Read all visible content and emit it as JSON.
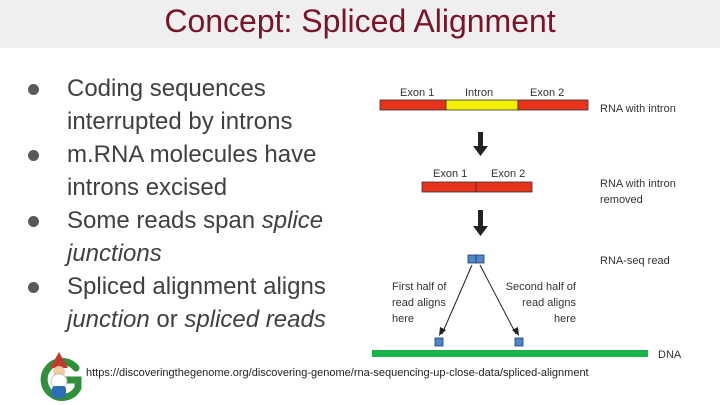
{
  "slide": {
    "title": "Concept: Spliced Alignment",
    "bullets": [
      {
        "text": "Coding sequences interrupted by introns"
      },
      {
        "text": "m.RNA molecules have introns excised"
      },
      {
        "pre": "Some reads span ",
        "em": "splice junctions",
        "post": ""
      },
      {
        "pre": "Spliced alignment aligns ",
        "em": "junction",
        "mid": " or ",
        "em2": "spliced reads"
      }
    ],
    "source_url": "https://discoveringthegenome.org/discovering-genome/rna-sequencing-up-close-data/spliced-alignment"
  },
  "diagram": {
    "labels": {
      "exon1_top": "Exon 1",
      "intron": "Intron",
      "exon2_top": "Exon 2",
      "rna_with_intron": "RNA with intron",
      "exon1_mid": "Exon 1",
      "exon2_mid": "Exon 2",
      "rna_intron_removed_1": "RNA with intron",
      "rna_intron_removed_2": "removed",
      "rnaseq_read": "RNA-seq read",
      "first_half_1": "First half of",
      "first_half_2": "read aligns",
      "first_half_3": "here",
      "second_half_1": "Second half of",
      "second_half_2": "read aligns",
      "second_half_3": "here",
      "dna": "DNA"
    },
    "colors": {
      "exon": "#e8331c",
      "intron": "#f2f000",
      "dna": "#19b34a",
      "read": "#4f86c6"
    }
  },
  "logo": {
    "letter": "G",
    "icon": "genome-logo-with-gnome"
  }
}
